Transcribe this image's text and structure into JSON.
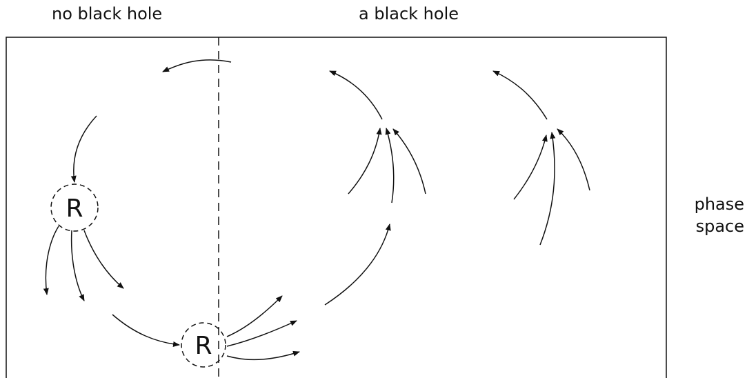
{
  "labels": {
    "left": "no black hole",
    "right": "a black hole",
    "phase_line1": "phase",
    "phase_line2": "space"
  },
  "region_marker": "R",
  "colors": {
    "ink": "#111111",
    "background": "#ffffff"
  }
}
